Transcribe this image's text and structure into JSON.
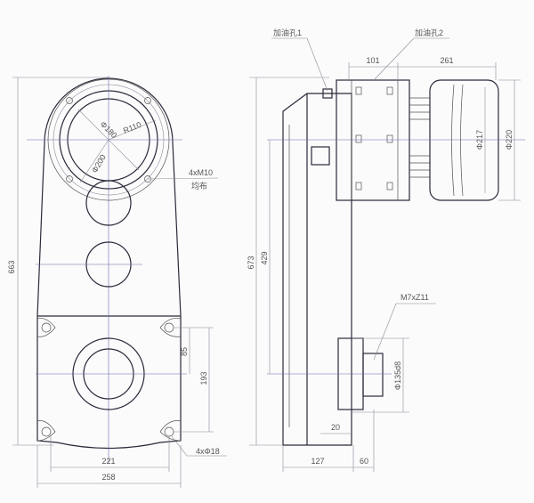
{
  "drawing": {
    "front_view": {
      "height_dim": "663",
      "bore_dia_1": "Φ180",
      "radius": "R110",
      "bore_dia_2": "Φ200",
      "bolt_spec": "4xM10",
      "bolt_note": "均布",
      "dim_85": "85",
      "dim_193": "193",
      "base_hole_spacing": "221",
      "base_width": "258",
      "base_holes": "4xΦ18"
    },
    "side_view": {
      "oil_hole_1": "加油孔1",
      "oil_hole_2": "加油孔2",
      "dim_101": "101",
      "dim_261": "261",
      "motor_dia_1": "Φ217",
      "motor_dia_2": "Φ220",
      "height_dim": "673",
      "dim_429": "429",
      "spline_spec": "M7xZ11",
      "shaft_dia": "Φ135d8",
      "dim_20": "20",
      "dim_127": "127",
      "dim_60": "60"
    }
  }
}
